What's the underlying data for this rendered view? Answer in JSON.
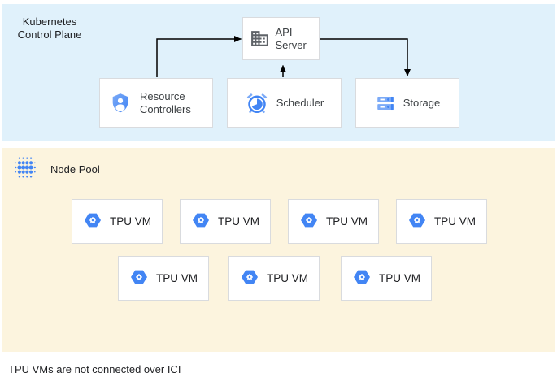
{
  "colors": {
    "control_plane_bg": "#E0F1FB",
    "node_pool_bg": "#FCF4DE",
    "box_bg": "#FFFFFF",
    "box_border": "#D9DBDE",
    "text": "#3C4043",
    "title_text": "#202124",
    "arrow": "#000000",
    "icon_blue": "#4285F4",
    "icon_blue_light": "#7BAAF7",
    "icon_grey": "#5F6368"
  },
  "control_plane": {
    "title_line1": "Kubernetes",
    "title_line2": "Control Plane",
    "api_server": {
      "label": "API Server",
      "icon": "building-icon"
    },
    "resource_controllers": {
      "label": "Resource Controllers",
      "icon": "shield-user-icon"
    },
    "scheduler": {
      "label": "Scheduler",
      "icon": "alarm-clock-icon"
    },
    "storage": {
      "label": "Storage",
      "icon": "storage-disks-icon"
    }
  },
  "node_pool": {
    "label": "Node Pool",
    "icon": "dot-grid-icon",
    "vms": [
      {
        "label": "TPU VM",
        "icon": "gke-hexagon-gear-icon"
      },
      {
        "label": "TPU VM",
        "icon": "gke-hexagon-gear-icon"
      },
      {
        "label": "TPU VM",
        "icon": "gke-hexagon-gear-icon"
      },
      {
        "label": "TPU VM",
        "icon": "gke-hexagon-gear-icon"
      },
      {
        "label": "TPU VM",
        "icon": "gke-hexagon-gear-icon"
      },
      {
        "label": "TPU VM",
        "icon": "gke-hexagon-gear-icon"
      },
      {
        "label": "TPU VM",
        "icon": "gke-hexagon-gear-icon"
      }
    ]
  },
  "caption": "TPU VMs are not connected over ICI"
}
